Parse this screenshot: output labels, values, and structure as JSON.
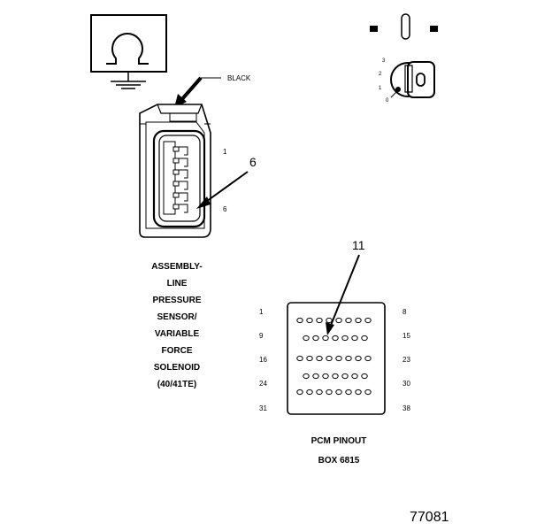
{
  "connector": {
    "wire_color_label": "BLACK",
    "pin_start": "1",
    "pin_end": "6",
    "callout": "6",
    "name_lines": [
      "ASSEMBLY-",
      "LINE",
      "PRESSURE",
      "SENSOR/",
      "VARIABLE",
      "FORCE",
      "SOLENOID",
      "(40/41TE)"
    ]
  },
  "ignition": {
    "positions": [
      "3",
      "2",
      "1",
      "0"
    ]
  },
  "pcm": {
    "callout": "11",
    "row_start_pins": [
      "1",
      "9",
      "16",
      "24",
      "31"
    ],
    "row_end_pins": [
      "8",
      "15",
      "23",
      "30",
      "38"
    ],
    "pins_per_row": [
      8,
      7,
      8,
      7,
      8
    ],
    "caption_lines": [
      "PCM PINOUT",
      "BOX 6815"
    ]
  },
  "figure_number": "77081",
  "icons": [
    "ohmmeter-icon",
    "ground-icon",
    "ignition-key-icon",
    "arrow-pointer-icon"
  ]
}
